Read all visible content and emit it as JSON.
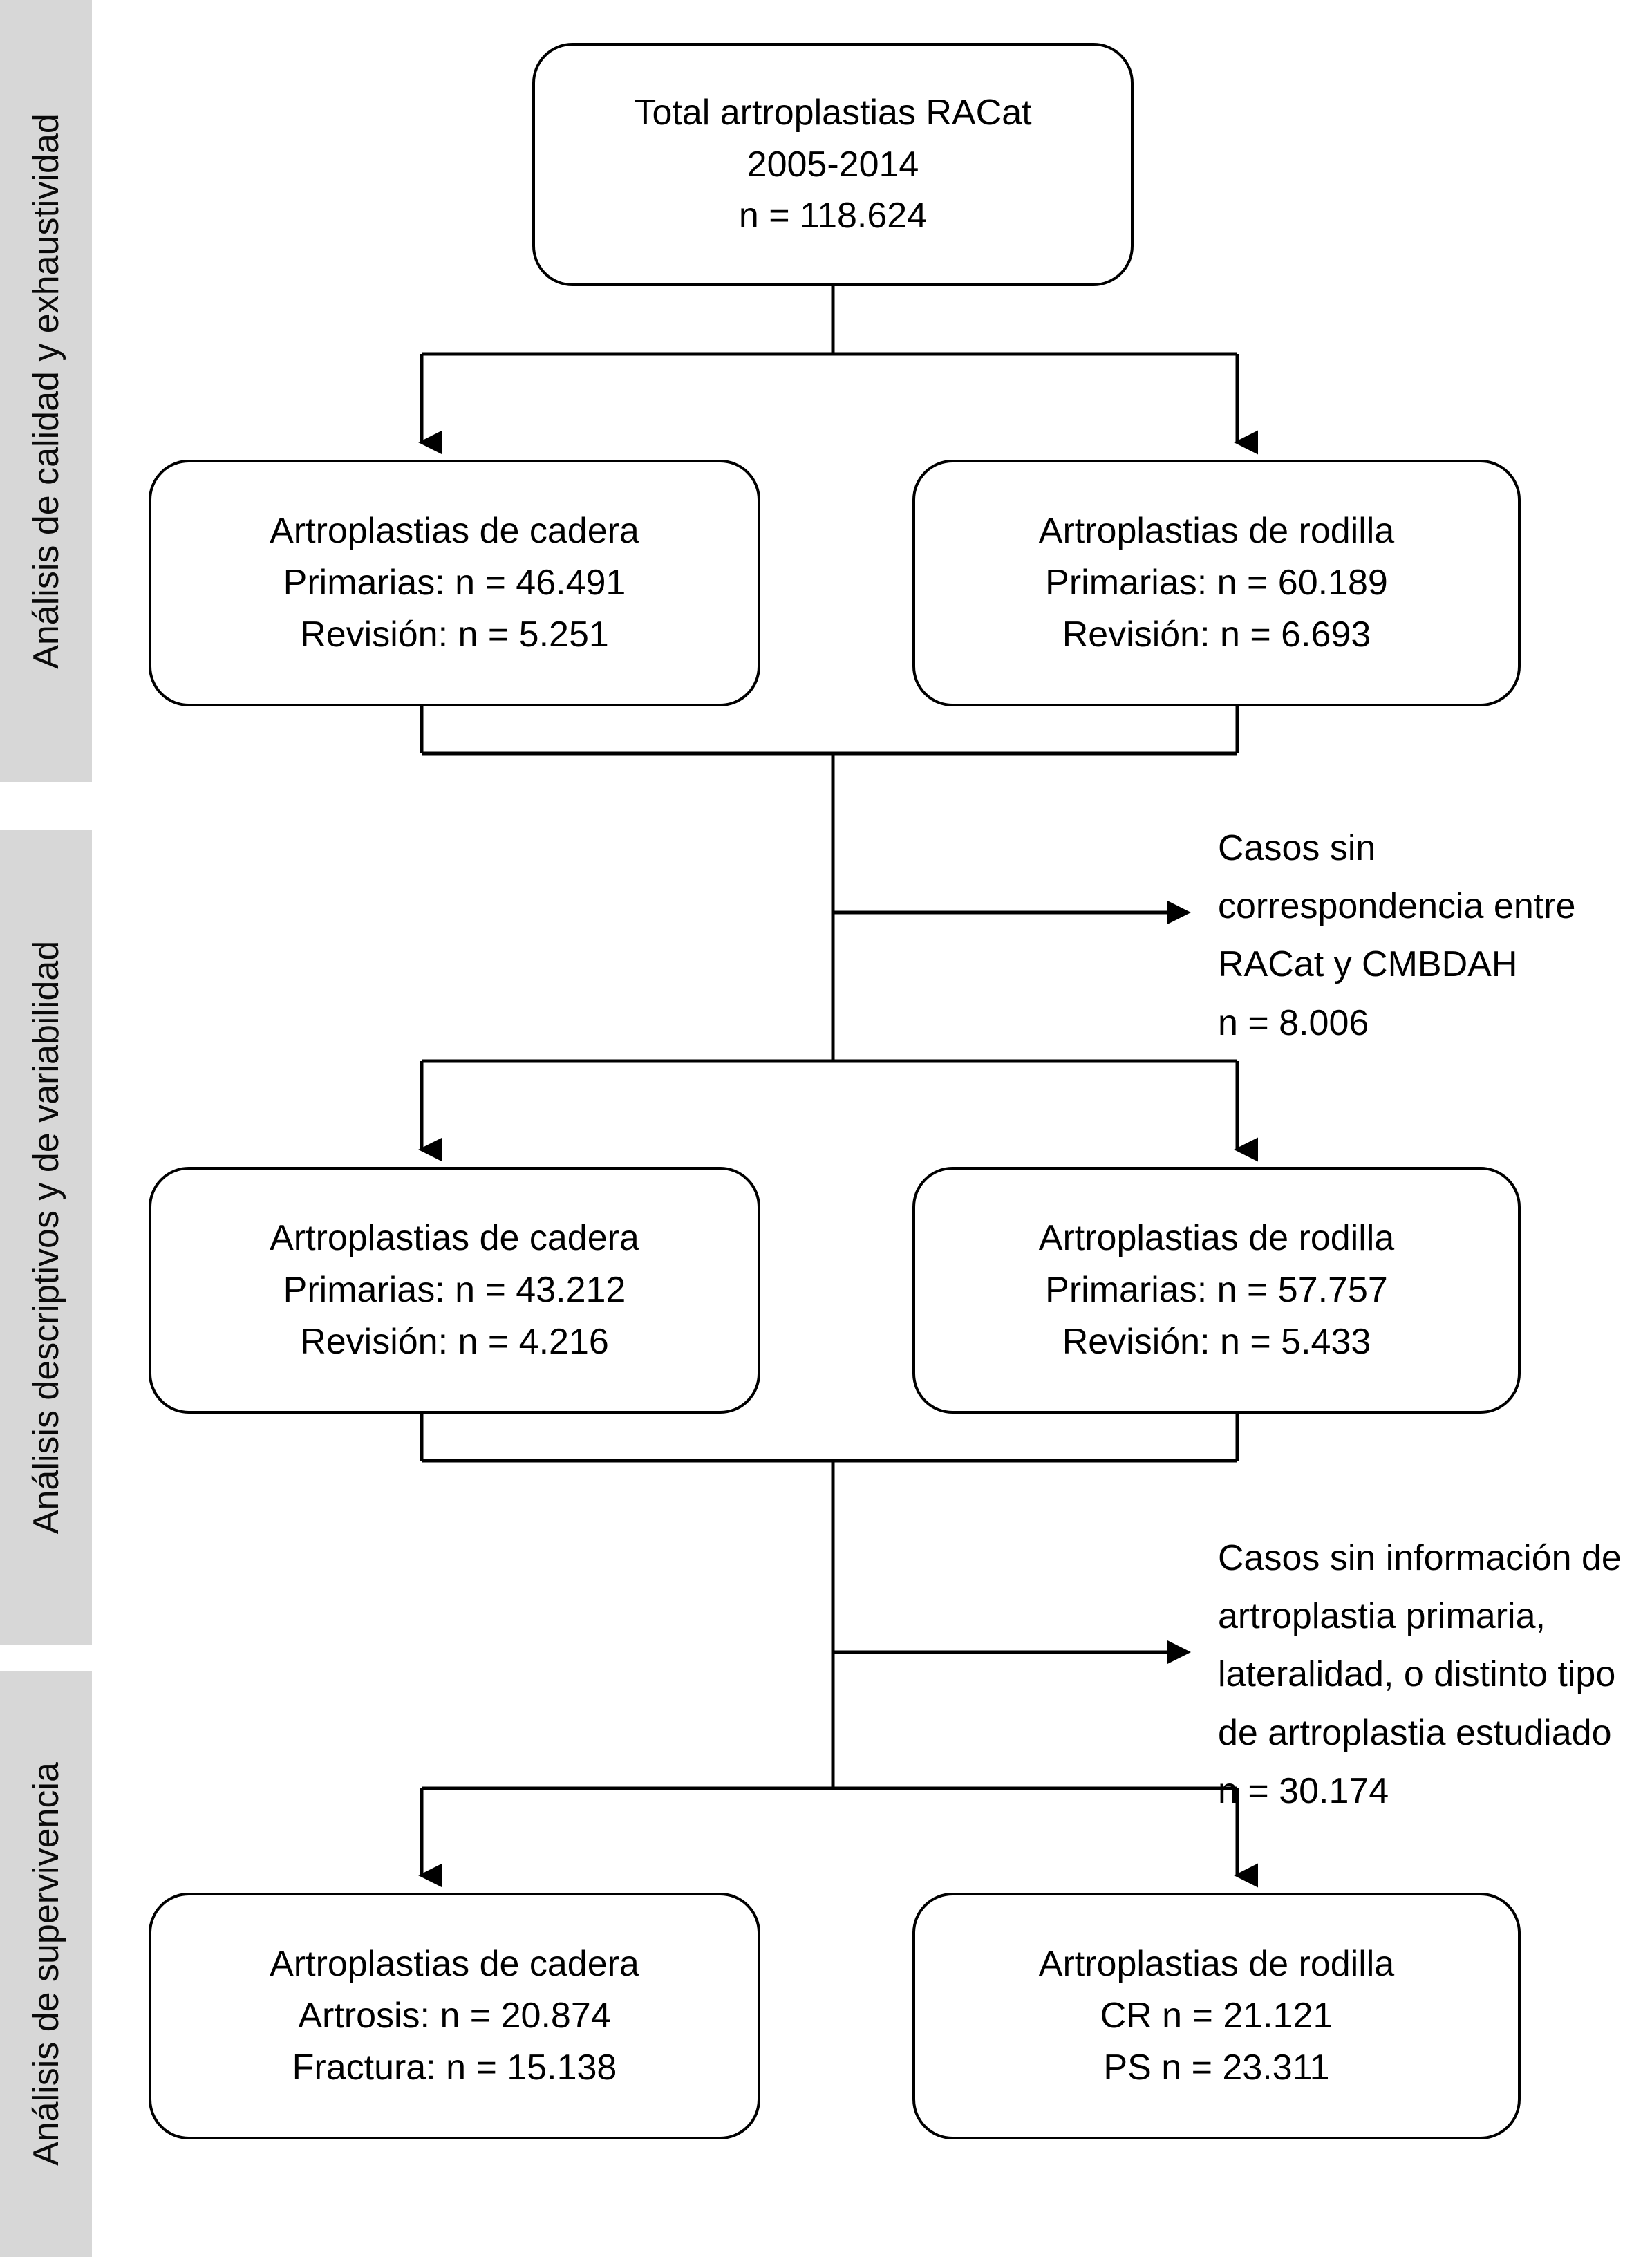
{
  "figure": {
    "type": "flowchart",
    "language": "es",
    "background_color": "#ffffff",
    "stage_bar_color": "#d7d7d7",
    "line_color": "#000000"
  },
  "stages": [
    {
      "id": "stage-quality",
      "label": "Análisis de calidad y exhaustividad"
    },
    {
      "id": "stage-descriptive",
      "label": "Análisis descriptivos y de variabilidad"
    },
    {
      "id": "stage-survival",
      "label": "Análisis de supervivencia"
    }
  ],
  "nodes": {
    "total": {
      "lines": [
        "Total artroplastias RACat",
        "2005-2014",
        "n = 118.624"
      ]
    },
    "hip_1": {
      "lines": [
        "Artroplastias de cadera",
        "Primarias: n = 46.491",
        "Revisión: n = 5.251"
      ]
    },
    "knee_1": {
      "lines": [
        "Artroplastias de rodilla",
        "Primarias: n = 60.189",
        "Revisión: n = 6.693"
      ]
    },
    "hip_2": {
      "lines": [
        "Artroplastias de cadera",
        "Primarias: n = 43.212",
        "Revisión: n = 4.216"
      ]
    },
    "knee_2": {
      "lines": [
        "Artroplastias de rodilla",
        "Primarias: n = 57.757",
        "Revisión: n = 5.433"
      ]
    },
    "hip_3": {
      "lines": [
        "Artroplastias de cadera",
        "Artrosis: n = 20.874",
        "Fractura: n = 15.138"
      ]
    },
    "knee_3": {
      "lines": [
        "Artroplastias de rodilla",
        "CR n = 21.121",
        "PS n = 23.311"
      ]
    }
  },
  "exclusions": {
    "exclusion_1": {
      "lines": [
        "Casos sin",
        "correspondencia entre",
        "RACat y CMBDAH",
        "n = 8.006"
      ],
      "n": "8.006"
    },
    "exclusion_2": {
      "lines": [
        "Casos sin información de",
        "artroplastia primaria,",
        "lateralidad, o distinto tipo",
        "de artroplastia estudiado",
        "n = 30.174"
      ],
      "n": "30.174"
    }
  }
}
